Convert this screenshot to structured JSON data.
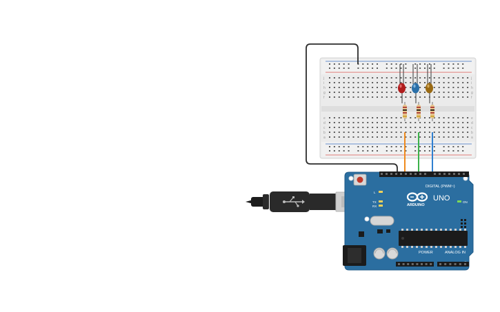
{
  "canvas": {
    "background": "#ffffff"
  },
  "breadboard": {
    "row_letters_top": [
      "j",
      "i",
      "h",
      "g",
      "f"
    ],
    "row_letters_bottom": [
      "e",
      "d",
      "c",
      "b",
      "a"
    ],
    "colors": {
      "body": "#e9e9e9",
      "rail_red": "#d9534f",
      "rail_blue": "#3a6fc1",
      "hole": "#5a5a5a"
    }
  },
  "leds": [
    {
      "name": "red-led",
      "color": "#b01d1d"
    },
    {
      "name": "blue-led",
      "color": "#2a6fa8"
    },
    {
      "name": "yellow-led",
      "color": "#9a6a13"
    }
  ],
  "wires": [
    {
      "name": "ground-wire",
      "color": "#2b2b2b"
    },
    {
      "name": "orange-signal-wire",
      "color": "#f08a1c"
    },
    {
      "name": "green-signal-wire",
      "color": "#3bb24a"
    },
    {
      "name": "blue-signal-wire",
      "color": "#2f7fd0"
    }
  ],
  "arduino": {
    "brand": "ARDUINO",
    "model": "UNO",
    "digital_label": "DIGITAL (PWM~)",
    "power_label": "POWER",
    "analog_label": "ANALOG IN",
    "led_labels": [
      "L",
      "TX",
      "RX"
    ],
    "on_label": "ON",
    "board_color": "#2b6ea0"
  },
  "usb_cable": {
    "connector_color": "#2a2a2a",
    "plug_color": "#d0d0d0"
  }
}
